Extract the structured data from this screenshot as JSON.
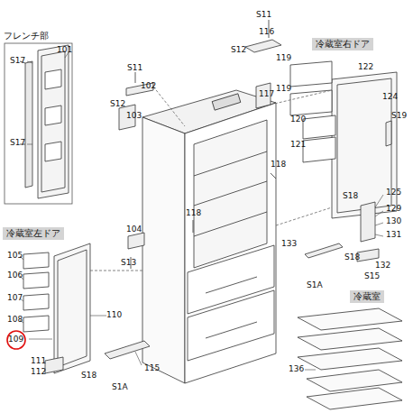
{
  "diagram": {
    "nodes": [
      {
        "text": [
          "フレンチ部"
        ]
      },
      {
        "text": [
          "冷蔵室右ドア"
        ]
      },
      {
        "text": [
          "冷蔵室左ドア"
        ]
      },
      {
        "text": [
          "冷蔵室"
        ]
      }
    ],
    "labels": [
      "101",
      "S17",
      "S17",
      "S11",
      "102",
      "S12",
      "103",
      "S11",
      "116",
      "S12",
      "117",
      "119",
      "122",
      "124",
      "119",
      "120",
      "121",
      "S19",
      "118",
      "118",
      "125",
      "S18",
      "129",
      "130",
      "131",
      "133",
      "104",
      "S18",
      "132",
      "S13",
      "S15",
      "S1A",
      "105",
      "106",
      "107",
      "108",
      "110",
      "109",
      "136",
      "111",
      "112",
      "S18",
      "115",
      "S1A"
    ]
  }
}
